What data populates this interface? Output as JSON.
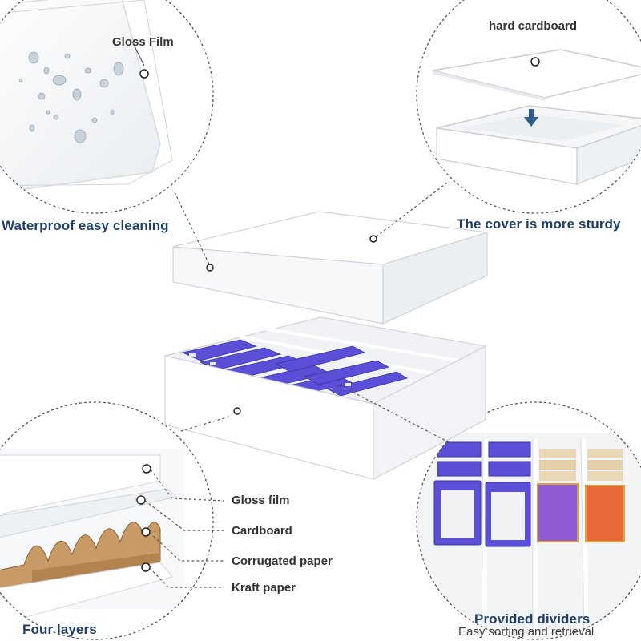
{
  "callouts": {
    "top_left": {
      "label": "Gloss Film",
      "caption": "Waterproof easy cleaning"
    },
    "top_right": {
      "label": "hard cardboard",
      "caption": "The cover is more sturdy"
    },
    "bottom_left": {
      "caption": "Four layers",
      "layers": [
        "Gloss film",
        "Cardboard",
        "Corrugated paper",
        "Kraft paper"
      ]
    },
    "bottom_right": {
      "caption": "Provided dividers",
      "subcaption": "Easy sorting and retrieval"
    }
  },
  "colors": {
    "caption": "#1f3f68",
    "card_purple": "#5a4fd6",
    "card_violet": "#8e5bd4",
    "card_orange": "#e8683a",
    "kraft": "#c79a66"
  }
}
